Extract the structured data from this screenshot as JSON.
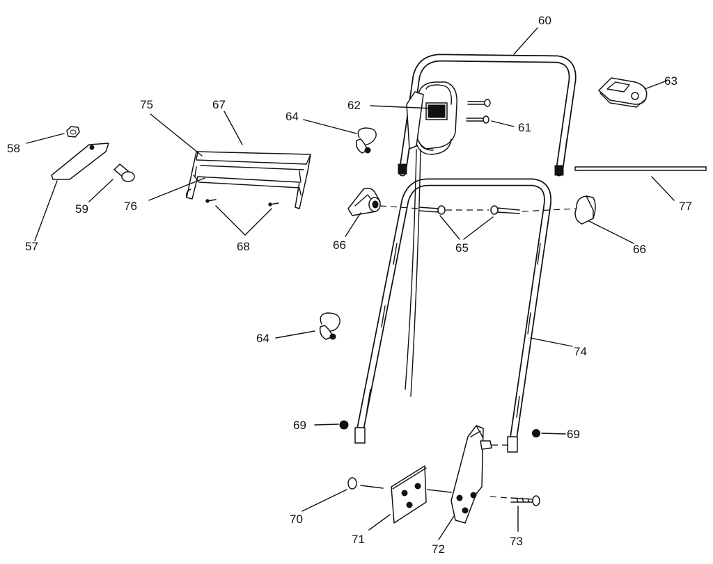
{
  "figure": {
    "background": "#ffffff",
    "ink": "#111111"
  },
  "labels": {
    "p57": "57",
    "p58": "58",
    "p59": "59",
    "p60": "60",
    "p61": "61",
    "p62": "62",
    "p63": "63",
    "p64_upper": "64",
    "p64_lower": "64",
    "p65": "65",
    "p66_left": "66",
    "p66_right": "66",
    "p67": "67",
    "p68": "68",
    "p69_left": "69",
    "p69_right": "69",
    "p70": "70",
    "p71": "71",
    "p72": "72",
    "p73": "73",
    "p74": "74",
    "p75": "75",
    "p76": "76",
    "p77": "77"
  }
}
